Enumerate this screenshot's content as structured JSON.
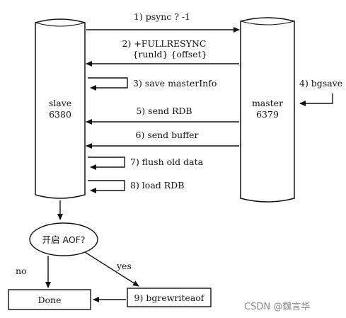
{
  "slave": {
    "line1": "slave",
    "line2": "6380"
  },
  "master": {
    "line1": "master",
    "line2": "6379"
  },
  "steps": {
    "s1": "1) psync ? -1",
    "s2_line1": "2) +FULLRESYNC",
    "s2_line2": "{runld} {offset}",
    "s3": "3) save masterInfo",
    "s4": "4) bgsave",
    "s5": "5) send RDB",
    "s6": "6) send buffer",
    "s7": "7) flush old data",
    "s8": "8) load RDB",
    "s9": "9) bgrewriteaof"
  },
  "decision": {
    "label": "开启 AOF?",
    "no": "no",
    "yes": "yes"
  },
  "done": "Done",
  "watermark": "CSDN @魏言华",
  "colors": {
    "stroke": "#111111",
    "text": "#111111",
    "watermark": "#888888"
  }
}
